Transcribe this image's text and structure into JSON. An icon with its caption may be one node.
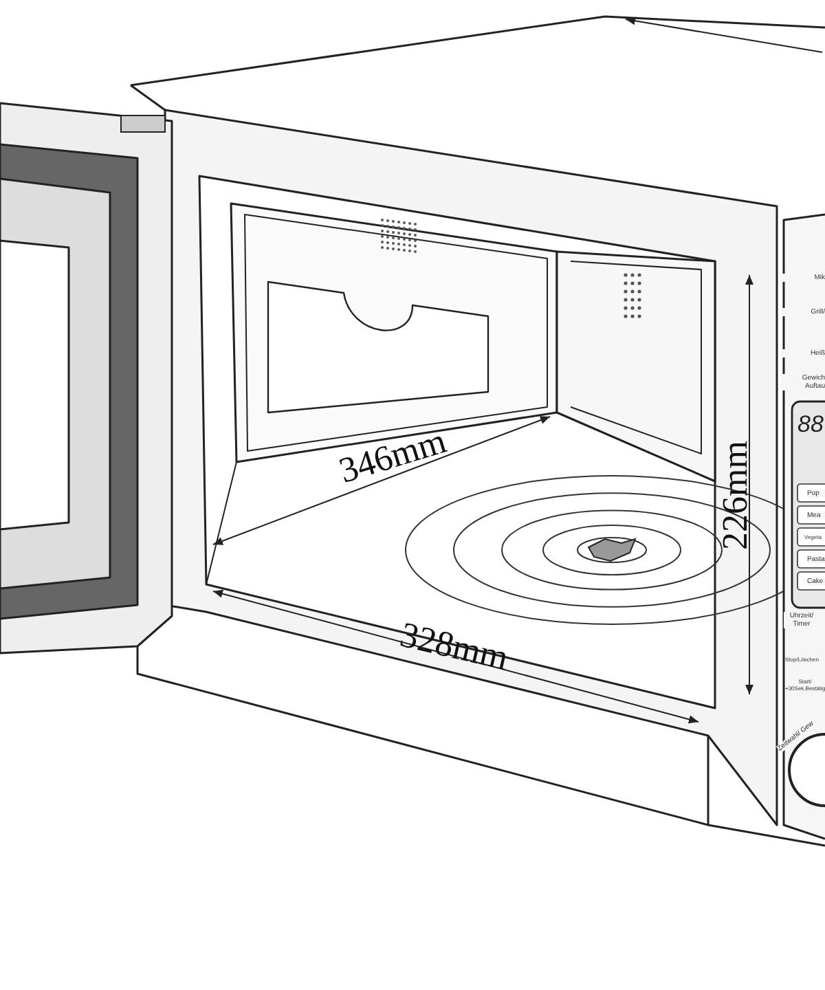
{
  "diagram": {
    "labels": [
      "Mik",
      "Grill/",
      "Heiß",
      "Gewich Auftau",
      "88",
      "346mm",
      "226mm",
      "Pop",
      "Mea",
      "Vegeta",
      "Pasta",
      "Cake",
      "Uhrzeit/ Timer",
      "328mm",
      "Stop/Löschen",
      "Start/ +30Sek.Bestätig",
      "Zeitwahl/ Gew"
    ]
  }
}
